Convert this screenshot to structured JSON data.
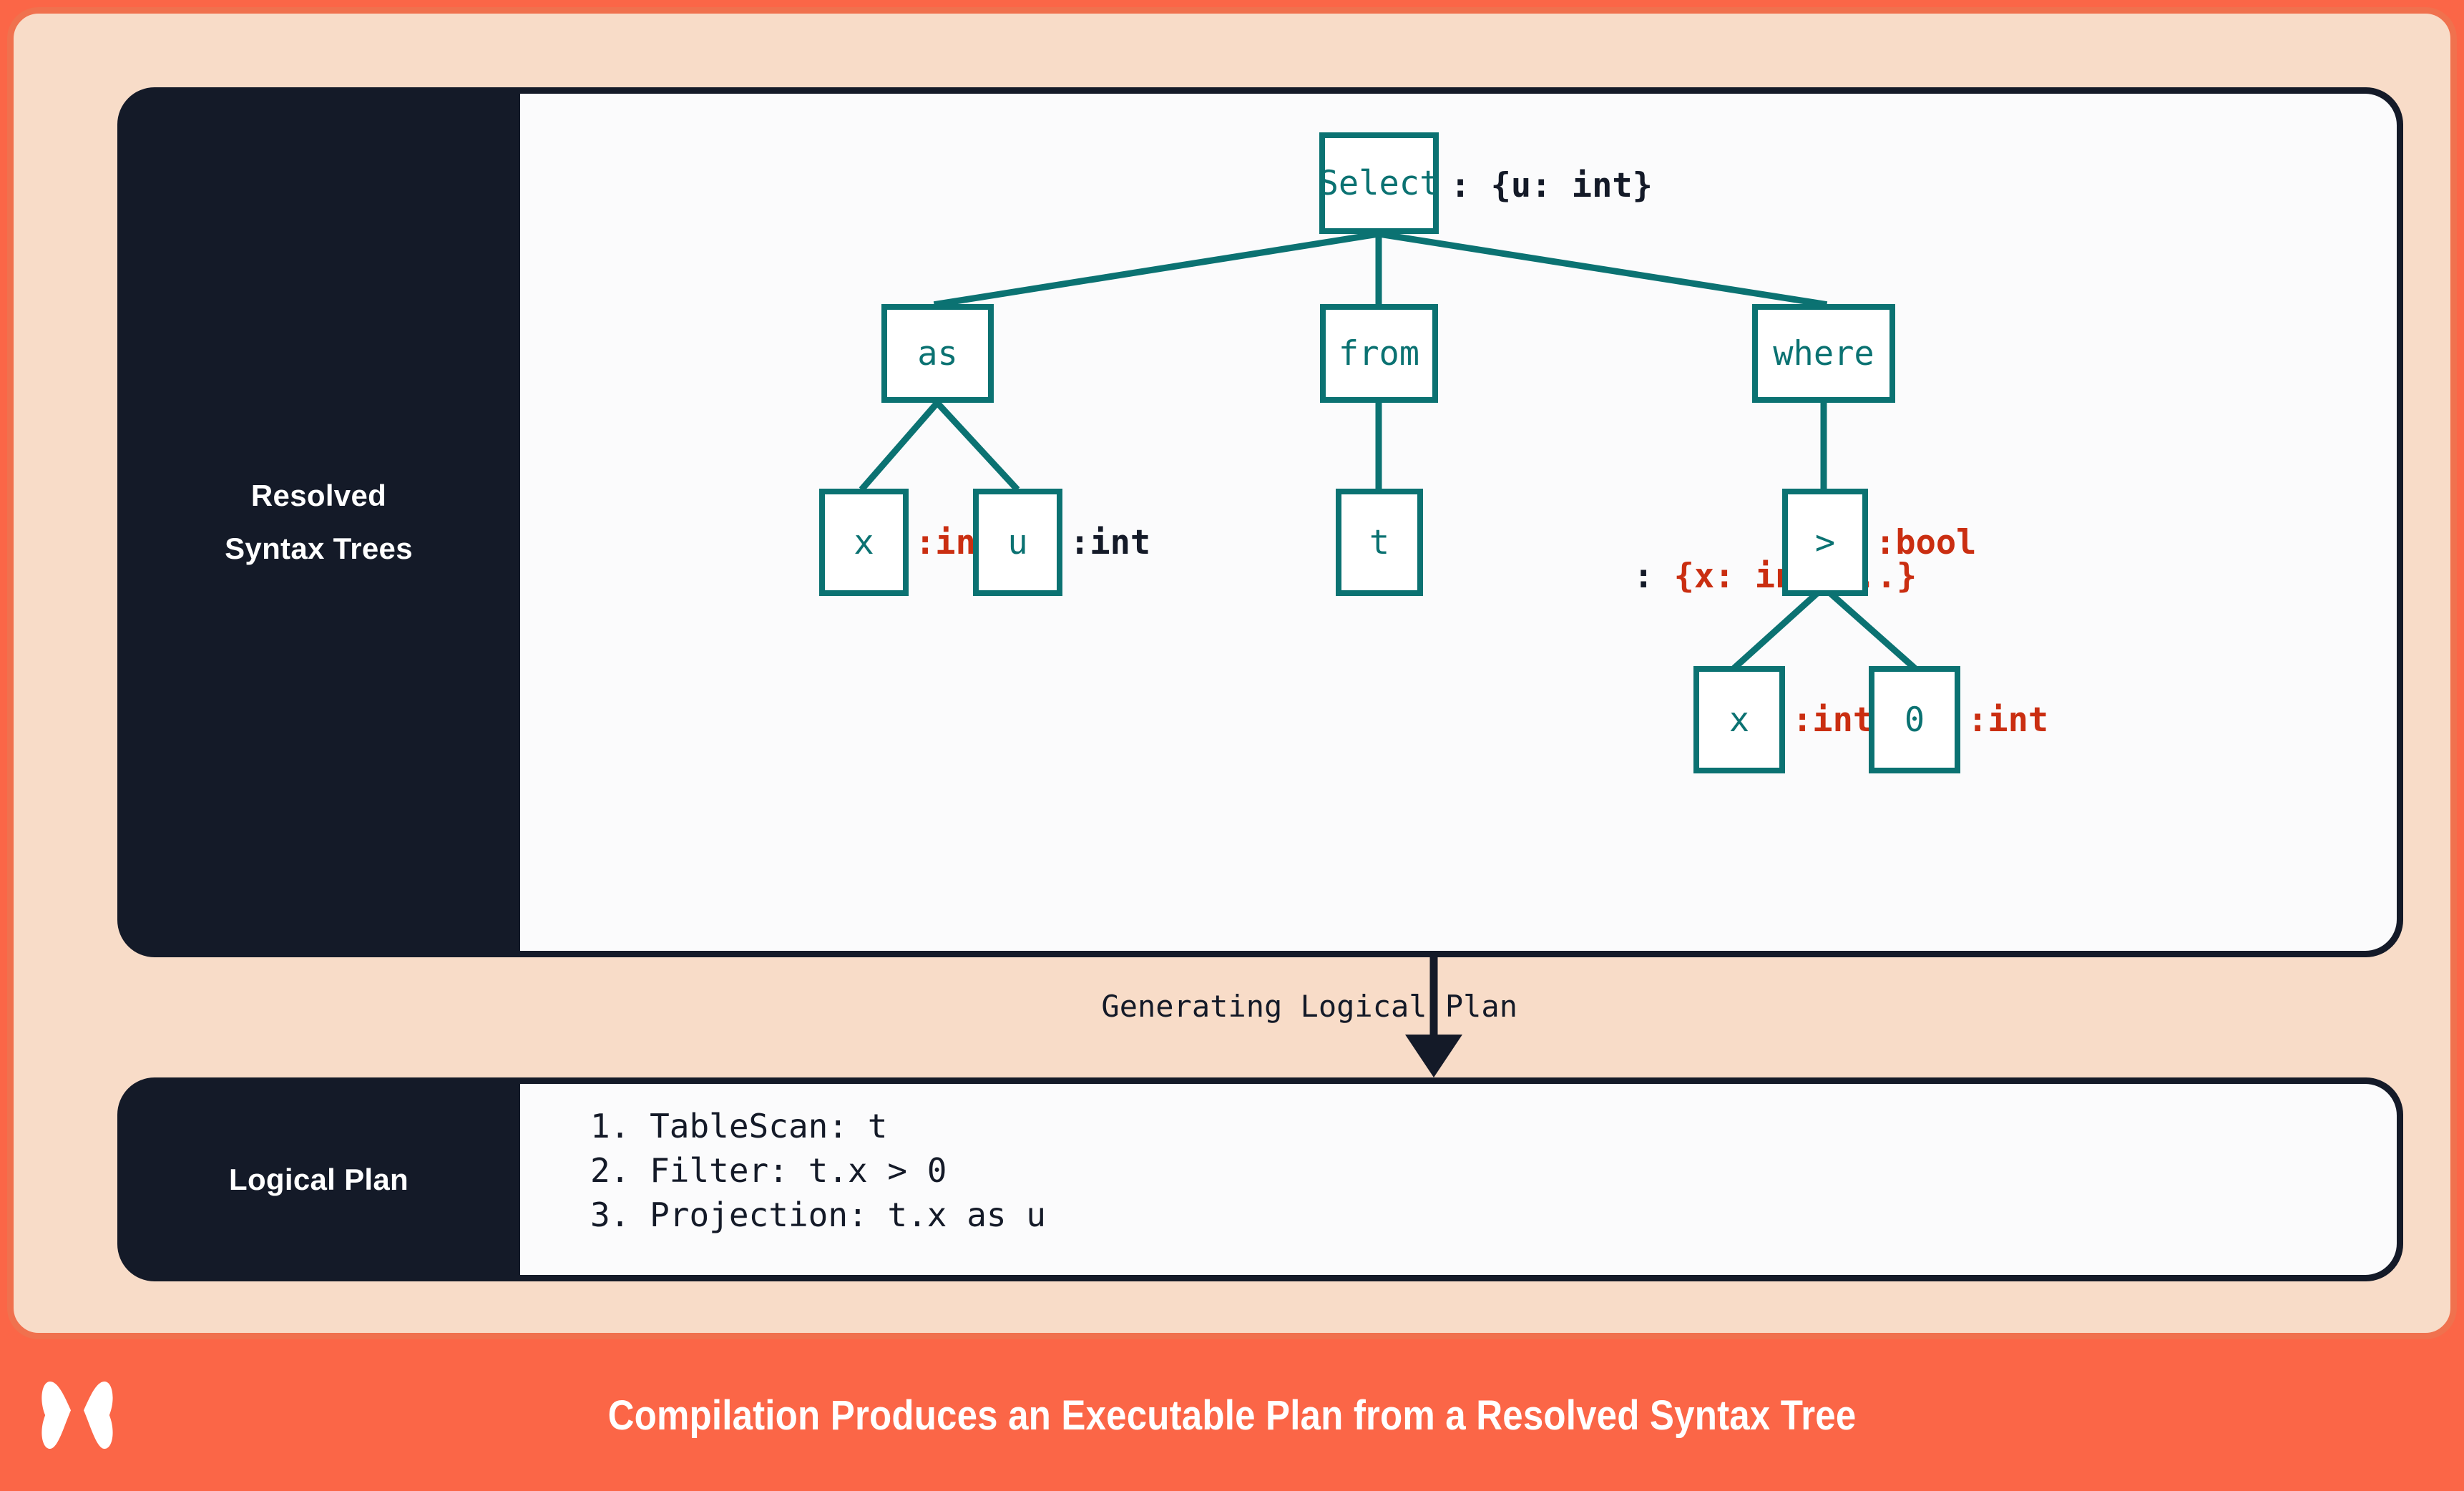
{
  "theme": {
    "frame_border": "#F0714E",
    "page_bg": "#F8DCC8",
    "card_dark": "#141A28",
    "canvas": "#FBFBFC",
    "accent_teal": "#0B7272",
    "accent_red": "#CA2E11",
    "footer_bg": "#FB6647"
  },
  "stage": {
    "label_line1": "Resolved",
    "label_line2": "Syntax Trees",
    "tree": {
      "nodes": [
        {
          "id": "select",
          "label": "Select",
          "type_text": ": {u: int}",
          "type_color": "dark"
        },
        {
          "id": "as",
          "label": "as",
          "type_text": "",
          "type_color": "dark"
        },
        {
          "id": "from",
          "label": "from",
          "type_text": "",
          "type_color": "dark"
        },
        {
          "id": "where",
          "label": "where",
          "type_text": "",
          "type_color": "dark"
        },
        {
          "id": "as-x",
          "label": "x",
          "type_text": ":int",
          "type_color": "red"
        },
        {
          "id": "as-u",
          "label": "u",
          "type_text": ":int",
          "type_color": "dark"
        },
        {
          "id": "from-t",
          "label": "t",
          "type_text": ": {x: int,...}",
          "type_color": "mixed"
        },
        {
          "id": "gt",
          "label": ">",
          "type_text": ":bool",
          "type_color": "red"
        },
        {
          "id": "gt-x",
          "label": "x",
          "type_text": ":int",
          "type_color": "red"
        },
        {
          "id": "gt-0",
          "label": "0",
          "type_text": ":int",
          "type_color": "red"
        }
      ],
      "edges": [
        [
          "select",
          "as"
        ],
        [
          "select",
          "from"
        ],
        [
          "select",
          "where"
        ],
        [
          "as",
          "as-x"
        ],
        [
          "as",
          "as-u"
        ],
        [
          "from",
          "from-t"
        ],
        [
          "where",
          "gt"
        ],
        [
          "gt",
          "gt-x"
        ],
        [
          "gt",
          "gt-0"
        ]
      ]
    }
  },
  "connector": {
    "label": "Generating Logical Plan"
  },
  "plan": {
    "label": "Logical Plan",
    "steps": [
      "1. TableScan: t",
      "2. Filter: t.x > 0",
      "3. Projection: t.x as u"
    ]
  },
  "footer": {
    "logo_name": "butterfly-x-logo",
    "caption": "Compilation Produces an Executable Plan from a Resolved Syntax Tree"
  }
}
